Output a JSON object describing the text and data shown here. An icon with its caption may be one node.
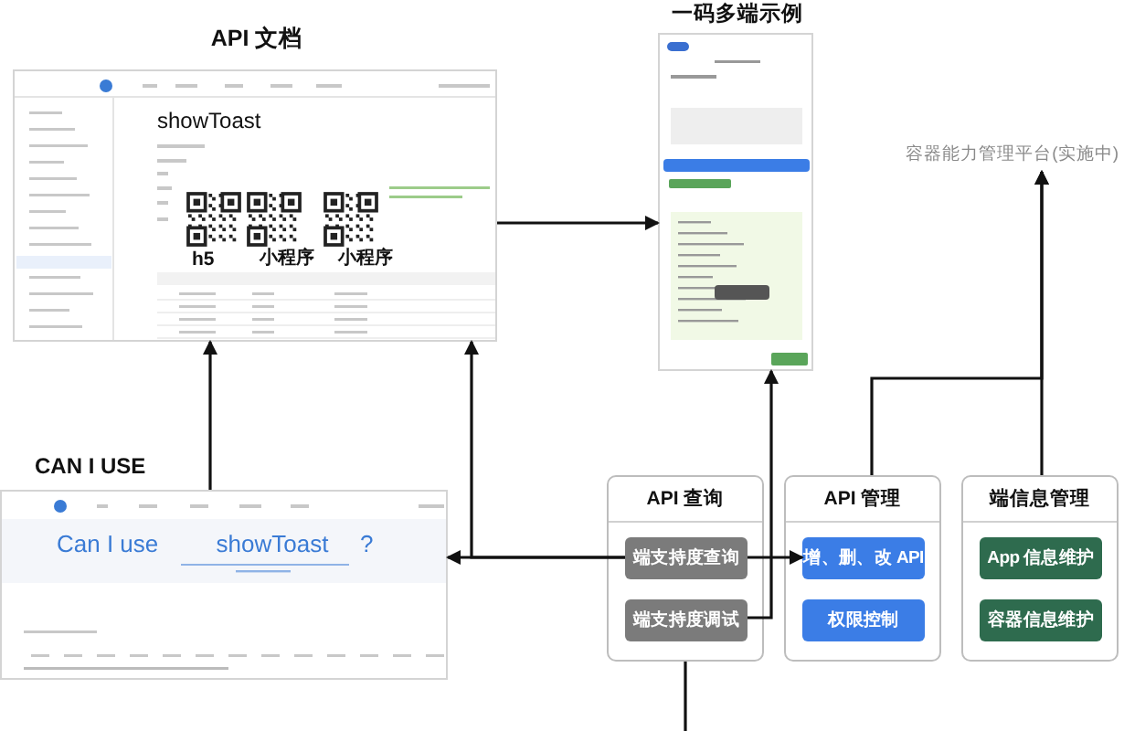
{
  "diagram": {
    "nodes": [
      {
        "text": [
          "API 文档",
          "showToast",
          "h5",
          "小程序",
          "小程序"
        ]
      },
      {
        "text": [
          "一码多端示例"
        ]
      },
      {
        "text": [
          "容器能力管理平台(实施中)"
        ]
      },
      {
        "text": [
          "CAN I USE",
          "Can I use",
          "showToast",
          "?"
        ]
      },
      {
        "text": [
          "API 查询"
        ]
      },
      {
        "text": [
          "端支持度查询"
        ],
        "in": 4
      },
      {
        "text": [
          "端支持度调试"
        ],
        "in": 4
      },
      {
        "text": [
          "API 管理"
        ]
      },
      {
        "text": [
          "增、删、改 API"
        ],
        "in": 7
      },
      {
        "text": [
          "权限控制"
        ],
        "in": 7
      },
      {
        "text": [
          "端信息管理"
        ]
      },
      {
        "text": [
          "App 信息维护"
        ],
        "in": 10
      },
      {
        "text": [
          "容器信息维护"
        ],
        "in": 10
      }
    ],
    "edges": [
      {
        "from": 0,
        "to": 1,
        "arrow": "to"
      },
      {
        "from": 3,
        "to": 0,
        "arrow": "to"
      },
      {
        "from": 5,
        "to": 3,
        "arrow": "to"
      },
      {
        "from": 5,
        "to": 0,
        "arrow": "to"
      },
      {
        "from": 5,
        "to": 8,
        "arrow": "to"
      },
      {
        "from": 6,
        "to": 1,
        "arrow": "to"
      },
      {
        "from": 7,
        "to": 2,
        "arrow": "to"
      },
      {
        "from": 10,
        "to": 2,
        "arrow": "to"
      },
      {
        "from": 4,
        "to": null,
        "arrow": "none"
      }
    ]
  }
}
